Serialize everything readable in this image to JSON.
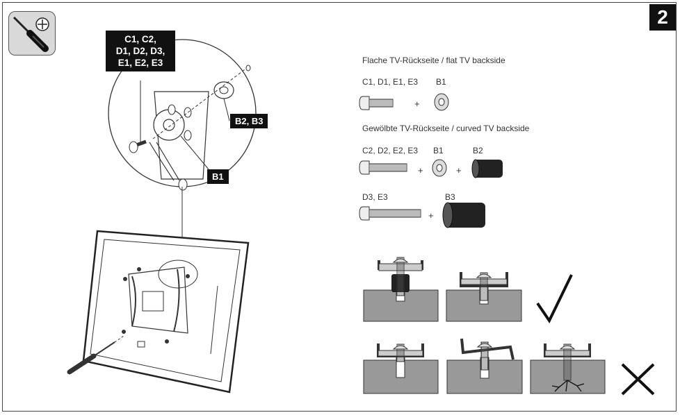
{
  "page": {
    "number": "2"
  },
  "tool": {
    "icon": "phillips-screwdriver-icon",
    "tip_icon": "phillips-symbol-icon"
  },
  "callouts": {
    "screws": [
      "C1, C2,",
      "D1, D2, D3,",
      "E1, E2, E3"
    ],
    "spacers": "B2, B3",
    "washer": "B1"
  },
  "flat": {
    "heading": "Flache TV-Rückseite / flat TV backside",
    "screw_label": "C1, D1, E1, E3",
    "washer_label": "B1",
    "plus": "+"
  },
  "curved": {
    "heading": "Gewölbte TV-Rückseite / curved TV backside",
    "row1": {
      "screw_label": "C2, D2, E2, E3",
      "washer_label": "B1",
      "spacer_label": "B2",
      "plus": "+"
    },
    "row2": {
      "screw_label": "D3, E3",
      "spacer_label": "B3",
      "plus": "+"
    }
  },
  "verdicts": {
    "correct_icon": "checkmark-icon",
    "wrong_icon": "cross-icon"
  },
  "colors": {
    "tag_bg": "#111111",
    "material": "#999999",
    "bracket": "#c8c8c8",
    "spacer": "#333333"
  }
}
